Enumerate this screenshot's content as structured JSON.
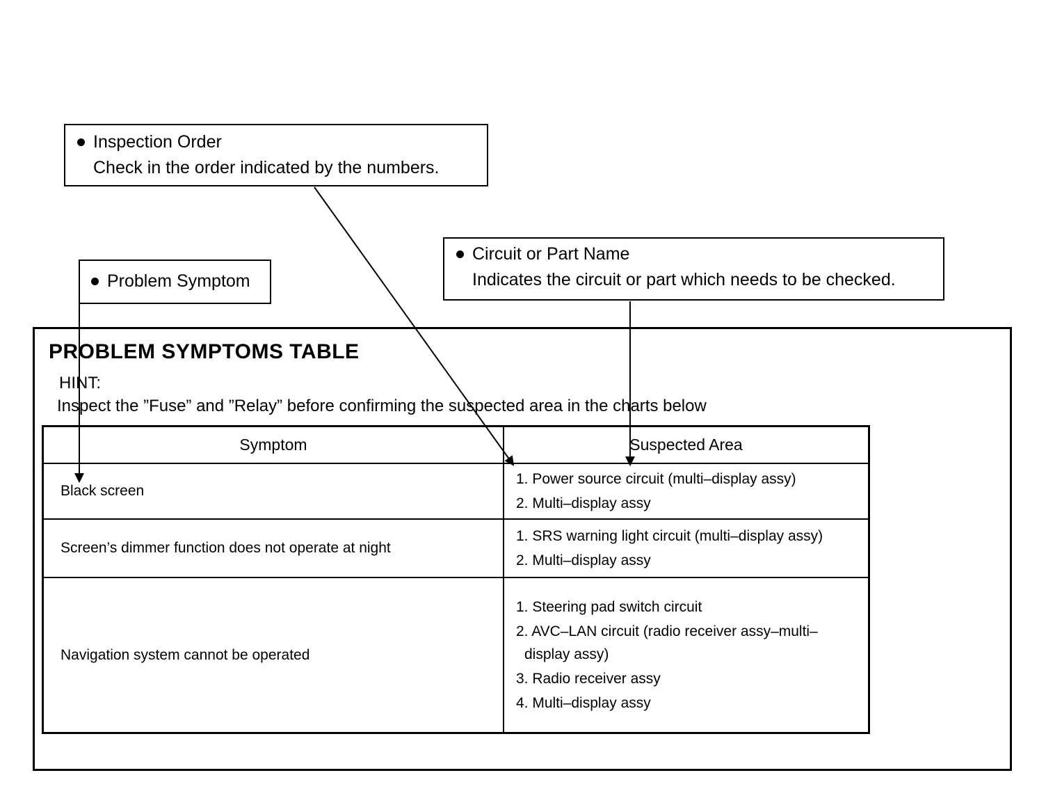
{
  "callouts": {
    "inspection_order": {
      "title": "Inspection Order",
      "description": "Check in the order indicated by the numbers."
    },
    "problem_symptom": {
      "title": "Problem Symptom"
    },
    "circuit_or_part_name": {
      "title": "Circuit or Part Name",
      "description": "Indicates the circuit or part which needs to be checked."
    }
  },
  "section": {
    "title": "PROBLEM SYMPTOMS TABLE",
    "hint_label": "HINT:",
    "hint_text": "Inspect the ”Fuse” and ”Relay” before confirming the suspected area in the charts below"
  },
  "table": {
    "headers": {
      "symptom": "Symptom",
      "suspected_area": "Suspected Area"
    },
    "rows": [
      {
        "symptom": "Black screen",
        "suspected_areas": [
          "1. Power source circuit (multi–display assy)",
          "2. Multi–display assy"
        ]
      },
      {
        "symptom": "Screen’s dimmer function does not operate at night",
        "suspected_areas": [
          "1. SRS warning light circuit (multi–display assy)",
          "2. Multi–display assy"
        ]
      },
      {
        "symptom": "Navigation system cannot be operated",
        "suspected_areas": [
          "1. Steering pad switch circuit",
          "2. AVC–LAN circuit (radio receiver assy–multi–display assy)",
          "3. Radio receiver assy",
          "4. Multi–display assy"
        ]
      }
    ]
  }
}
